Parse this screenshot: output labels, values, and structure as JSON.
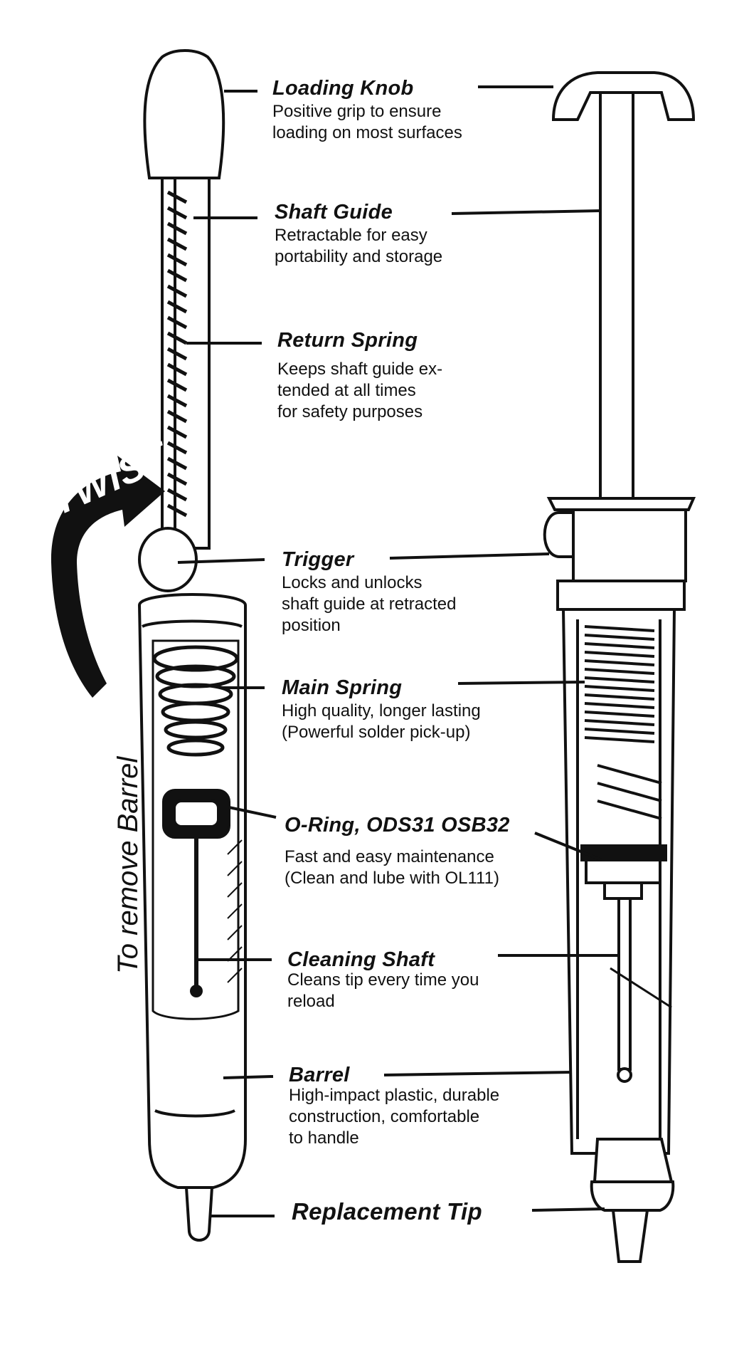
{
  "callouts": [
    {
      "title": "Loading Knob",
      "lines": [
        "Positive grip to ensure",
        "loading on most surfaces"
      ]
    },
    {
      "title": "Shaft Guide",
      "lines": [
        "Retractable for easy",
        "portability and storage"
      ]
    },
    {
      "title": "Return Spring",
      "lines": [
        "Keeps shaft guide ex-",
        "tended at all times",
        "for safety purposes"
      ]
    },
    {
      "title": "Trigger",
      "lines": [
        "Locks and unlocks",
        "shaft guide at retracted",
        "position"
      ]
    },
    {
      "title": "Main Spring",
      "lines": [
        "High quality, longer lasting",
        "(Powerful solder pick-up)"
      ]
    },
    {
      "title": "O-Ring, ODS31 OSB32",
      "lines": [
        "Fast and easy maintenance",
        "(Clean and lube with OL111)"
      ]
    },
    {
      "title": "Cleaning Shaft",
      "lines": [
        "Cleans tip every time you",
        "reload"
      ]
    },
    {
      "title": "Barrel",
      "lines": [
        "High-impact plastic, durable",
        "construction, comfortable",
        "to handle"
      ]
    },
    {
      "title": "Replacement Tip",
      "lines": []
    }
  ],
  "twist_label": "TWIST",
  "remove_label": "To remove Barrel"
}
